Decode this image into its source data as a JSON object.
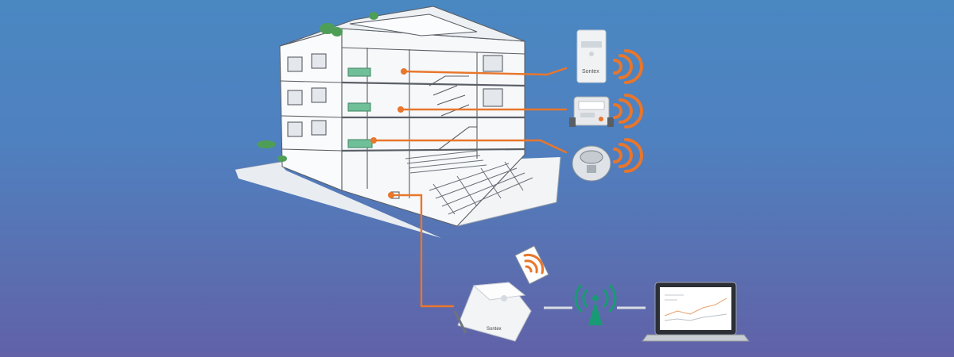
{
  "scene": {
    "background_top": "#4a88c2",
    "background_bottom": "#6161a8",
    "accent_color": "#e8762b",
    "tower_color": "#1a9a74",
    "link_color": "#d9dde3"
  },
  "building": {
    "floors": 3,
    "description_icon": "building-cutaway-icon"
  },
  "devices": [
    {
      "name": "heat-meter",
      "icon": "heat-meter-icon",
      "brand_text": "Sontex",
      "signal": "wireless"
    },
    {
      "name": "water-meter",
      "icon": "water-meter-icon",
      "signal": "wireless"
    },
    {
      "name": "radiator-meter",
      "icon": "radiator-meter-icon",
      "signal": "wireless"
    }
  ],
  "gateway": {
    "icon": "gateway-icon",
    "card_icon": "wireless-card-icon",
    "brand_text": "Sontex"
  },
  "tower": {
    "icon": "radio-tower-icon"
  },
  "laptop": {
    "icon": "laptop-icon",
    "screen_chart": "line-graph"
  }
}
